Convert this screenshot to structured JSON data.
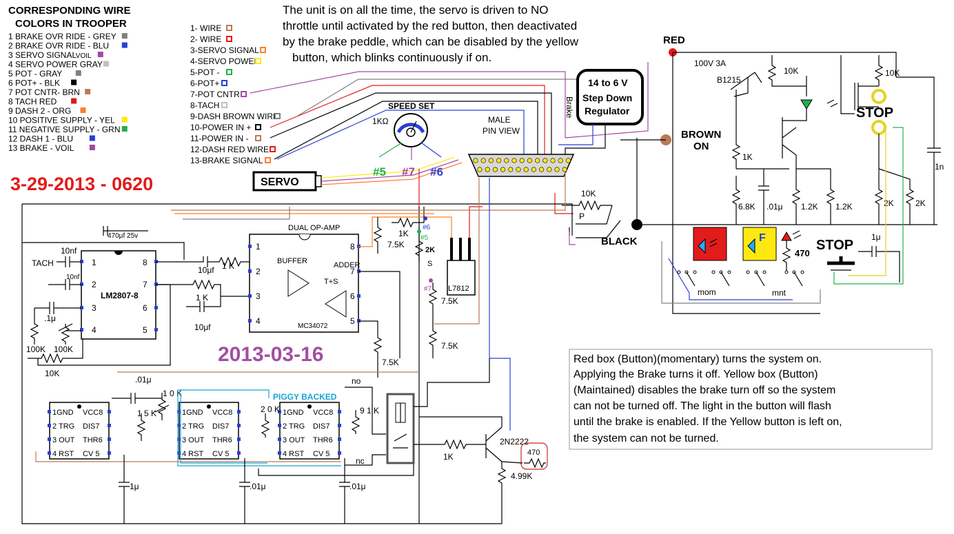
{
  "legend_left": {
    "title_line1": "CORRESPONDING WIRE",
    "title_line2": "COLORS IN TROOPER",
    "items": [
      {
        "label": "1 BRAKE OVR RIDE  - GREY",
        "color": "#808080"
      },
      {
        "label": "2 BRAKE OVR RIDE   - BLU",
        "color": "#2a3fd6"
      },
      {
        "label": "3 SERVO SIGNAL",
        "suffix": "VOIL",
        "color": "#a349a4"
      },
      {
        "label": "4 SERVO POWER   GRAY",
        "color": "#c0c0c0"
      },
      {
        "label": "5 POT  -  GRAY",
        "color": "#808080"
      },
      {
        "label": "6 POT+ -  BLK",
        "color": "#000000"
      },
      {
        "label": "7 POT CNTR-  BRN",
        "color": "#b97a57"
      },
      {
        "label": "8 TACH    RED",
        "color": "#e21b1b"
      },
      {
        "label": "9 DASH 2 -  ORG",
        "color": "#ff7f27"
      },
      {
        "label": "10 POSITIVE SUPPLY - YEL",
        "color": "#ffe812"
      },
      {
        "label": "11 NEGATIVE SUPPLY - GRN",
        "color": "#22b14c"
      },
      {
        "label": "12 DASH 1  -  BLU",
        "color": "#2a3fd6"
      },
      {
        "label": "13 BRAKE  -  VOIL",
        "color": "#a349a4"
      }
    ]
  },
  "legend_mid": {
    "items": [
      {
        "label": "1- WIRE",
        "color": "#b97a57"
      },
      {
        "label": "2- WIRE",
        "color": "#e21b1b"
      },
      {
        "label": "3-SERVO SIGNAL",
        "color": "#ff7f27"
      },
      {
        "label": "4-SERVO POWER",
        "color": "#ffe812"
      },
      {
        "label": "5-POT -",
        "color": "#22b14c"
      },
      {
        "label": "6-POT+",
        "color": "#2a3fd6"
      },
      {
        "label": "7-POT CNTR",
        "color": "#a349a4"
      },
      {
        "label": "8-TACH",
        "color": "#c0c0c0"
      },
      {
        "label": "9-DASH BROWN WIRE",
        "color": "#808080"
      },
      {
        "label": "10-POWER IN +",
        "color": "#000000"
      },
      {
        "label": "11-POWER IN -",
        "color": "#b97a57"
      },
      {
        "label": "12-DASH RED WIRE",
        "color": "#e21b1b"
      },
      {
        "label": "13-BRAKE SIGNAL",
        "color": "#ff7f27"
      }
    ]
  },
  "header_note": [
    "The unit is on all the time, the servo is driven to NO",
    "throttle until activated by the red button, then deactivated",
    "by the brake peddle, which can be disabled by the yellow",
    "button, which blinks continuously if on."
  ],
  "dates": {
    "top": "3-29-2013 - 0620",
    "mid": "2013-03-16"
  },
  "description": [
    "Red box (Button)(momentary) turns the system on.",
    "Applying the Brake turns it off.  Yellow box (Button)",
    "(Maintained) disables the brake turn off so the system",
    "can not be turned off.  The light in the button will flash",
    "until the brake is enabled. If the Yellow button is left on,",
    "the system can not be turned."
  ],
  "labels": {
    "servo": "SERVO",
    "speed_set": "SPEED SET",
    "pot_value": "1KΩ",
    "pin5": "#5",
    "pin7": "#7",
    "pin6": "#6",
    "male": "MALE",
    "pin_view": "PIN VIEW",
    "regulator_line1": "14 to 6 V",
    "regulator_line2": "Step Down",
    "regulator_line3": "Regulator",
    "brake_vertical": "Brake",
    "red": "RED",
    "brown": "BROWN",
    "on": "ON",
    "black": "BLACK",
    "stop1": "STOP",
    "stop2": "STOP",
    "q1_rating": "100V 3A",
    "q1": "B1215",
    "r_10k_a": "10K",
    "r_10k_b": "10K",
    "r_1k": "1K",
    "r_68k": "6.8K",
    "c_01u": ".01μ",
    "r_12k_a": "1.2K",
    "r_12k_b": "1.2K",
    "r_2k_a": "2K",
    "r_2k_b": "2K",
    "c_1n": "1n",
    "r_470": "470",
    "c_1u_a": "1μ",
    "mom": "mom",
    "mnt": "mnt",
    "f_letter": "F",
    "r_10k_p": "10K",
    "p": "P",
    "dual_opamp": "DUAL OP-AMP",
    "buffer": "BUFFER",
    "adder": "ADDER",
    "ts": "T+S",
    "mc34072": "MC34072",
    "lm2807": "LM2807-8",
    "tach": "TACH",
    "c_10nf_a": "10nf",
    "c_10nf_b": "10nf",
    "c_1u_b": ".1μ",
    "r_100k_a": "100K",
    "r_100k_b": "100K",
    "r_10k_c": "10K",
    "c_470": "470μf 25v",
    "c_10uf_a": "10μf",
    "c_10uf_b": "10μf",
    "r_1k_a": "1 K",
    "r_1k_b": "1 K",
    "r_75k_a": "7.5K",
    "r_75k_b": "7.5K",
    "r_75k_c": "7.5K",
    "r_75k_d": "7.5K",
    "r_1k_c": "1K",
    "r_2k_c": "2K",
    "s": "S",
    "p6": "#6",
    "p5": "#5",
    "p7": "#7",
    "l7812": "L7812",
    "piggy": "PIGGY BACKED",
    "c_01u_a": ".01μ",
    "c_01u_b": ".01μ",
    "c_01u_c": ".01μ",
    "c_1u_c": "1μ",
    "r_15k": "1 5 K",
    "r_10k_d": "1 0 K",
    "r_20k": "2 0 K",
    "r_91k": "9 1 K",
    "no": "no",
    "nc": "nc",
    "q2": "2N2222",
    "r_1k_d": "1K",
    "r_470_b": "470",
    "r_499k": "4.99K"
  },
  "chip_555": {
    "left": [
      "1GND",
      "2 TRG",
      "3 OUT",
      "4 RST"
    ],
    "right": [
      "VCC8",
      "DIS7",
      "THR6",
      "CV 5"
    ]
  },
  "opamp_pins": {
    "p1": "1",
    "p2": "2",
    "p3": "3",
    "p4": "4",
    "p5": "5",
    "p6": "6",
    "p7": "7",
    "p8": "8"
  },
  "lm_pins": {
    "p1": "1",
    "p2": "2",
    "p3": "3",
    "p4": "4",
    "p5": "5",
    "p6": "6",
    "p7": "7",
    "p8": "8"
  }
}
